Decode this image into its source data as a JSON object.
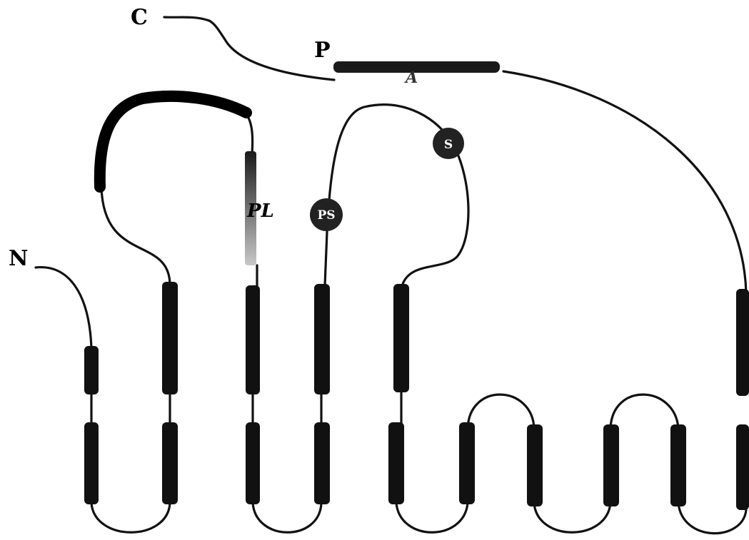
{
  "labels": {
    "c_terminus": "C",
    "n_terminus": "N",
    "p_label": "P",
    "pl_label": "PL",
    "a_mark": "A",
    "site_ps": "PS",
    "site_s": "S"
  },
  "colors": {
    "line": "#111111",
    "segment": "#111111",
    "site_fill": "#222222",
    "pl_gradient_top": "#1a1a1a",
    "pl_gradient_bottom": "#bdbdbd",
    "p_bar": "#1a1a1a"
  }
}
